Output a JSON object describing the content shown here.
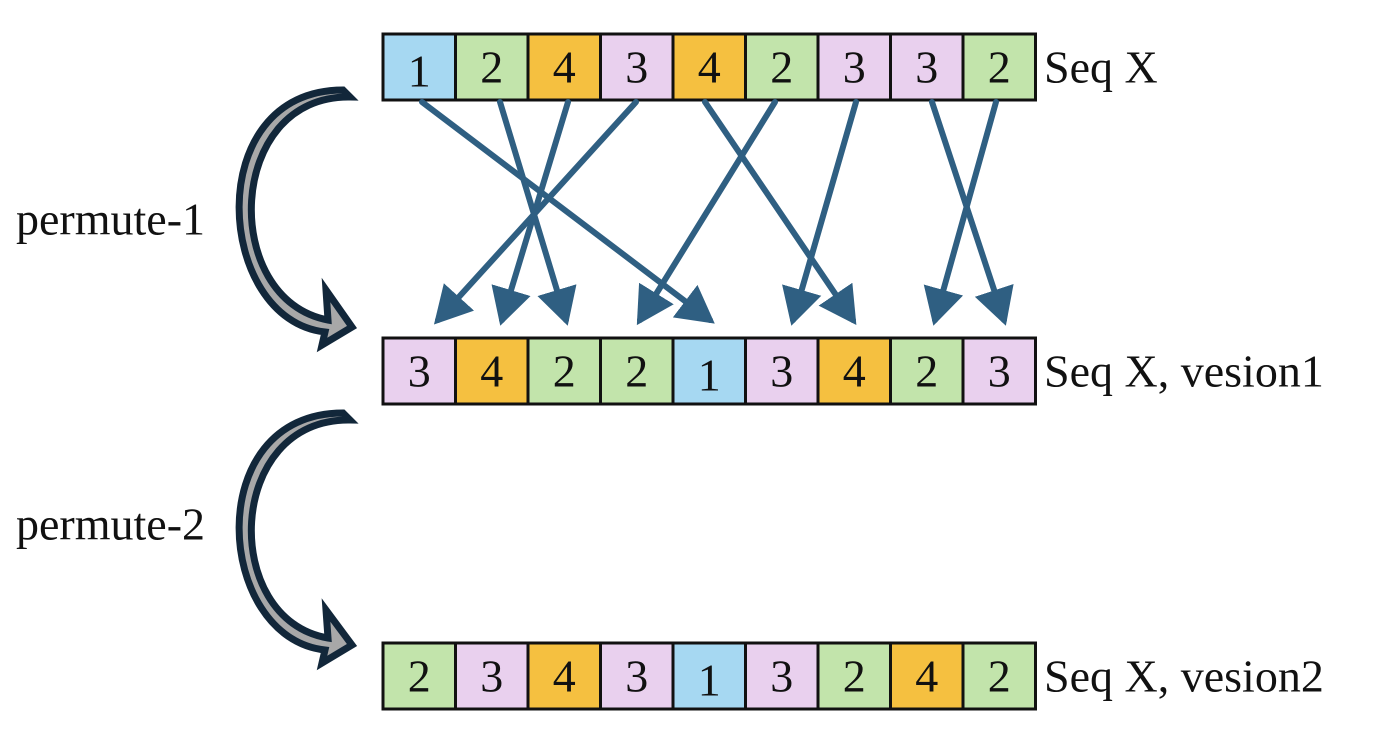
{
  "colors": {
    "1": "#a6d8f2",
    "2": "#c2e4ab",
    "3": "#e9d0ee",
    "4": "#f5c040",
    "mapping_arrow": "#2f5f82",
    "curved_arrow_fill": "#a8a8a8",
    "curved_arrow_outline": "#12273a",
    "cell_border": "#111111"
  },
  "sequences": [
    {
      "label": "Seq X",
      "values": [
        "1",
        "2",
        "4",
        "3",
        "4",
        "2",
        "3",
        "3",
        "2"
      ]
    },
    {
      "label": "Seq X, vesion1",
      "values": [
        "3",
        "4",
        "2",
        "2",
        "1",
        "3",
        "4",
        "2",
        "3"
      ]
    },
    {
      "label": "Seq X, vesion2",
      "values": [
        "2",
        "3",
        "4",
        "3",
        "1",
        "3",
        "2",
        "4",
        "2"
      ]
    }
  ],
  "steps": [
    {
      "label": "permute-1",
      "icon": "curved-arrow-icon"
    },
    {
      "label": "permute-2",
      "icon": "curved-arrow-icon"
    }
  ],
  "mapping": [
    {
      "from": 1,
      "to": 5
    },
    {
      "from": 2,
      "to": 3
    },
    {
      "from": 3,
      "to": 2
    },
    {
      "from": 4,
      "to": 1
    },
    {
      "from": 5,
      "to": 7
    },
    {
      "from": 6,
      "to": 4
    },
    {
      "from": 7,
      "to": 6
    },
    {
      "from": 8,
      "to": 9
    },
    {
      "from": 9,
      "to": 8
    }
  ]
}
